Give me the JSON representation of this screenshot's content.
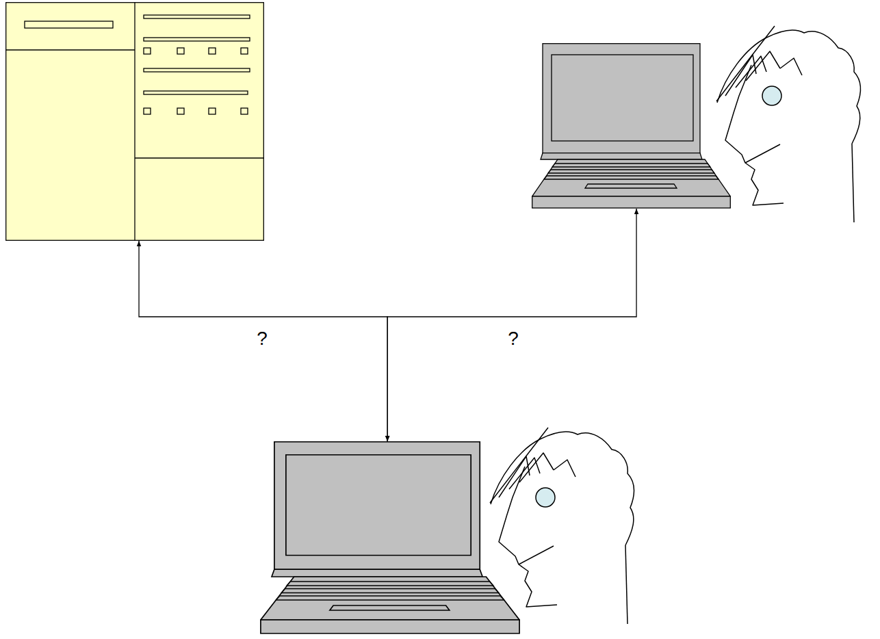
{
  "diagram": {
    "nodes": [
      {
        "text": []
      },
      {
        "text": []
      },
      {
        "text": []
      }
    ],
    "edges": [
      {
        "from": 2,
        "to": 0,
        "arrow": "both",
        "label": "?"
      },
      {
        "from": 2,
        "to": 1,
        "arrow": "both",
        "label": "?"
      }
    ]
  }
}
